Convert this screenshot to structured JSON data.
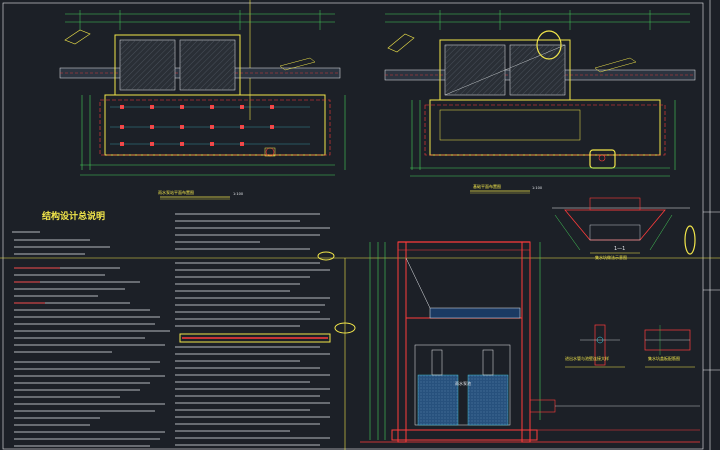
{
  "drawing": {
    "plan_left_title": "雨水泵站平面布置图",
    "plan_left_scale": "1:100",
    "plan_right_title": "基础平面布置图",
    "plan_right_scale": "1:100",
    "notes_title": "结构设计总说明",
    "section_title": "1—1",
    "pool_label": "雨水泵池",
    "detail1_title": "集水坑做法示意图",
    "detail2_title": "进出水管与池壁连接大样",
    "detail3_title": "集水坑盖板配筋图"
  },
  "colors": {
    "background": "#1c2027",
    "yellow": "#f2e64a",
    "green": "#46d15a",
    "red": "#ff3b3b",
    "cyan": "#46d7e6",
    "white": "#e9ecef"
  }
}
